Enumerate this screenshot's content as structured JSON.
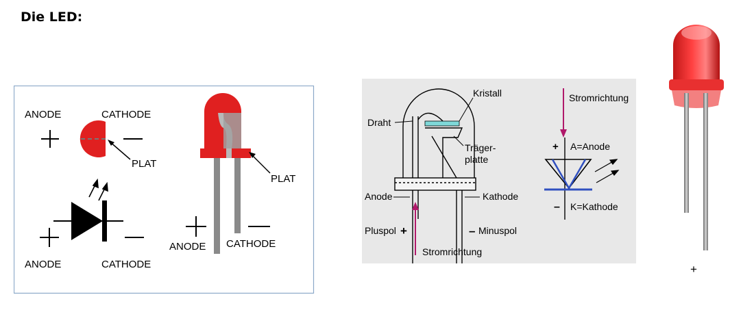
{
  "title": "Die LED:",
  "panel1": {
    "top_left_anode": "ANODE",
    "top_left_cathode": "CATHODE",
    "plat_1": "PLAT",
    "plat_2": "PLAT",
    "bottom_anode": "ANODE",
    "bottom_cathode": "CATHODE",
    "side_anode": "ANODE",
    "side_cathode": "CATHODE"
  },
  "panel2": {
    "kristall": "Kristall",
    "draht": "Draht",
    "traeger_1": "Träger-",
    "traeger_2": "platte",
    "anode": "Anode",
    "kathode": "Kathode",
    "pluspol": "Pluspol",
    "minuspol": "Minuspol",
    "stromrichtung_bottom": "Stromrichtung",
    "stromrichtung_top": "Stromrichtung",
    "a_anode": "A=Anode",
    "k_kathode": "K=Kathode"
  },
  "photo": {
    "plus_label": "+"
  },
  "colors": {
    "led_red": "#e02020",
    "lead_gray": "#8a8a8a",
    "arrow_magenta": "#b0186a",
    "crystal_cyan": "#7fd8d8",
    "diode_blue": "#3050c0",
    "frame_border": "#8aa8c8"
  }
}
